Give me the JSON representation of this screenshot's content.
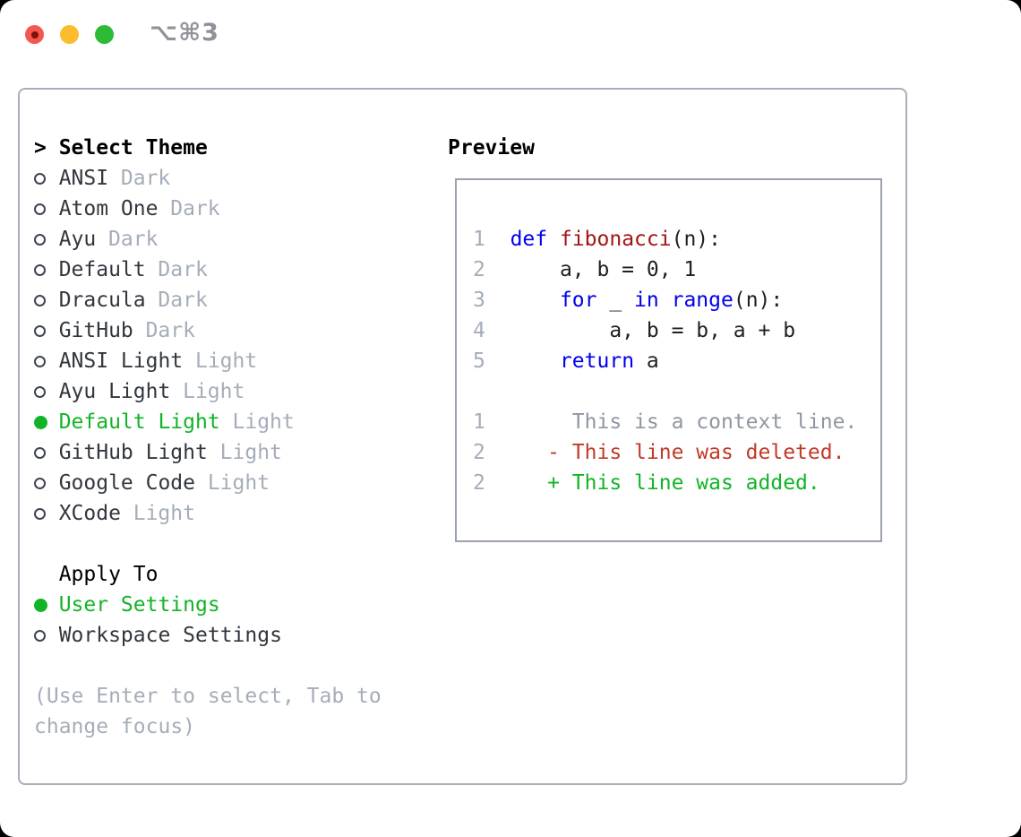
{
  "window": {
    "shortcut_label": "⌥⌘3"
  },
  "theme_panel": {
    "header_prefix": ">",
    "header": "Select Theme",
    "themes": [
      {
        "name": "ANSI",
        "variant": "Dark",
        "selected": false
      },
      {
        "name": "Atom One",
        "variant": "Dark",
        "selected": false
      },
      {
        "name": "Ayu",
        "variant": "Dark",
        "selected": false
      },
      {
        "name": "Default",
        "variant": "Dark",
        "selected": false
      },
      {
        "name": "Dracula",
        "variant": "Dark",
        "selected": false
      },
      {
        "name": "GitHub",
        "variant": "Dark",
        "selected": false
      },
      {
        "name": "ANSI Light",
        "variant": "Light",
        "selected": false
      },
      {
        "name": "Ayu Light",
        "variant": "Light",
        "selected": false
      },
      {
        "name": "Default Light",
        "variant": "Light",
        "selected": true
      },
      {
        "name": "GitHub Light",
        "variant": "Light",
        "selected": false
      },
      {
        "name": "Google Code",
        "variant": "Light",
        "selected": false
      },
      {
        "name": "XCode",
        "variant": "Light",
        "selected": false
      }
    ],
    "apply_to": {
      "header": "Apply To",
      "options": [
        {
          "name": "User Settings",
          "selected": true
        },
        {
          "name": "Workspace Settings",
          "selected": false
        }
      ]
    },
    "help_text": "(Use Enter to select, Tab to change focus)"
  },
  "preview": {
    "header": "Preview",
    "code_lines": [
      {
        "segments": [
          {
            "t": "1",
            "c": "ln"
          },
          {
            "t": "  ",
            "c": "pln"
          },
          {
            "t": "def",
            "c": "kw"
          },
          {
            "t": " ",
            "c": "pln"
          },
          {
            "t": "fibonacci",
            "c": "fn"
          },
          {
            "t": "(n):",
            "c": "pln"
          }
        ]
      },
      {
        "segments": [
          {
            "t": "2",
            "c": "ln"
          },
          {
            "t": "      a, b = 0, 1",
            "c": "pln"
          }
        ]
      },
      {
        "segments": [
          {
            "t": "3",
            "c": "ln"
          },
          {
            "t": "      ",
            "c": "pln"
          },
          {
            "t": "for",
            "c": "kw"
          },
          {
            "t": " _ ",
            "c": "pln"
          },
          {
            "t": "in",
            "c": "kw"
          },
          {
            "t": " ",
            "c": "pln"
          },
          {
            "t": "range",
            "c": "kw"
          },
          {
            "t": "(n):",
            "c": "pln"
          }
        ]
      },
      {
        "segments": [
          {
            "t": "4",
            "c": "ln"
          },
          {
            "t": "          a, b = b, a + b",
            "c": "pln"
          }
        ]
      },
      {
        "segments": [
          {
            "t": "5",
            "c": "ln"
          },
          {
            "t": "      ",
            "c": "pln"
          },
          {
            "t": "return",
            "c": "kw"
          },
          {
            "t": " a",
            "c": "pln"
          }
        ]
      },
      {
        "segments": []
      },
      {
        "segments": [
          {
            "t": "1",
            "c": "ln"
          },
          {
            "t": "       This is a context line.",
            "c": "ctx"
          }
        ]
      },
      {
        "segments": [
          {
            "t": "2",
            "c": "ln"
          },
          {
            "t": "     - This line was deleted.",
            "c": "del"
          }
        ]
      },
      {
        "segments": [
          {
            "t": "2",
            "c": "ln"
          },
          {
            "t": "     + This line was added.",
            "c": "add"
          }
        ]
      }
    ]
  },
  "colors": {
    "accent-green": "#12b427",
    "added-green": "#12b427",
    "keyword-blue": "#0000ee",
    "function-red": "#a31515",
    "deleted-red": "#c13a28",
    "context-gray": "#8f97a2",
    "muted-gray": "#a5adb9",
    "line-number-gray": "#a5adb9",
    "text-dark": "#32373e",
    "close-red": "#f4574e",
    "minimize-yellow": "#fbbd2d",
    "zoom-green": "#2cba37"
  }
}
